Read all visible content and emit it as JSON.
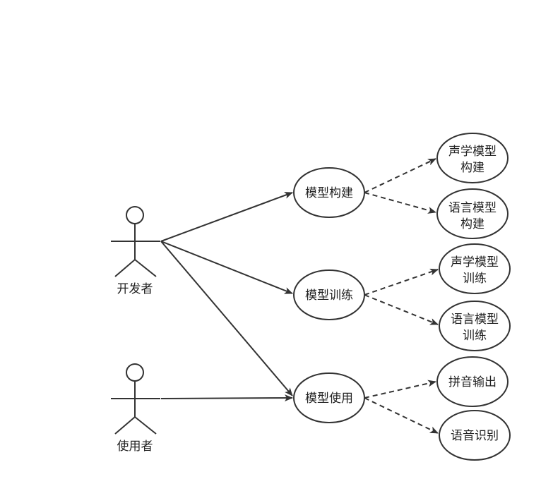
{
  "actors": [
    {
      "label": "开发者"
    },
    {
      "label": "使用者"
    }
  ],
  "use_cases": [
    {
      "label": "模型构建"
    },
    {
      "label": "模型训练"
    },
    {
      "label": "模型使用"
    }
  ],
  "sub_cases": [
    {
      "lines": [
        "声学模型",
        "构建"
      ]
    },
    {
      "lines": [
        "语言模型",
        "构建"
      ]
    },
    {
      "lines": [
        "声学模型",
        "训练"
      ]
    },
    {
      "lines": [
        "语言模型",
        "训练"
      ]
    },
    {
      "lines": [
        "拼音输出"
      ]
    },
    {
      "lines": [
        "语音识别"
      ]
    }
  ]
}
